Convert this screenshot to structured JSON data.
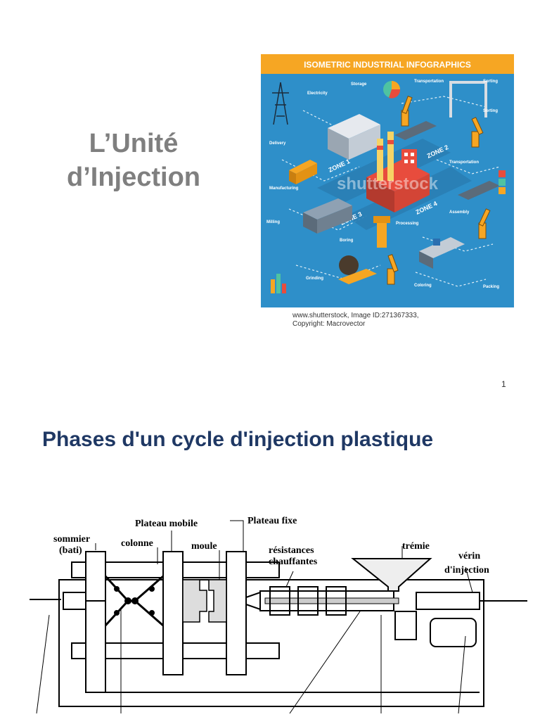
{
  "slide1": {
    "title_line1": "L’Unité",
    "title_line2": "d’Injection",
    "credit_line1": "www.shutterstock, Image ID:271367333,",
    "credit_line2": "Copyright: Macrovector",
    "page_number": "1",
    "infographic": {
      "banner_title": "ISOMETRIC INDUSTRIAL INFOGRAPHICS",
      "banner_color": "#f6a623",
      "background_color": "#2e8fc9",
      "watermark": "shutterstock",
      "labels": [
        "Electricity",
        "Storage",
        "Transportation",
        "Sorting",
        "Sorting",
        "Delivery",
        "Transportation",
        "Manufacturing",
        "Milling",
        "Processing",
        "Assembly",
        "Boring",
        "Grinding",
        "Coloring",
        "Packing"
      ],
      "zones": [
        "ZONE 1",
        "ZONE 2",
        "ZONE 3",
        "ZONE 4"
      ]
    }
  },
  "slide2": {
    "title": "Phases d'un cycle d'injection plastique",
    "title_color": "#1f3864",
    "diagram_labels": {
      "plateau_mobile": "Plateau mobile",
      "plateau_fixe": "Plateau fixe",
      "sommier": "sommier",
      "bati": "(bati)",
      "colonne": "colonne",
      "moule": "moule",
      "resistances": "résistances",
      "chauffantes": "chauffantes",
      "tremie": "trémie",
      "verin": "vérin",
      "injection": "d'injection"
    }
  }
}
